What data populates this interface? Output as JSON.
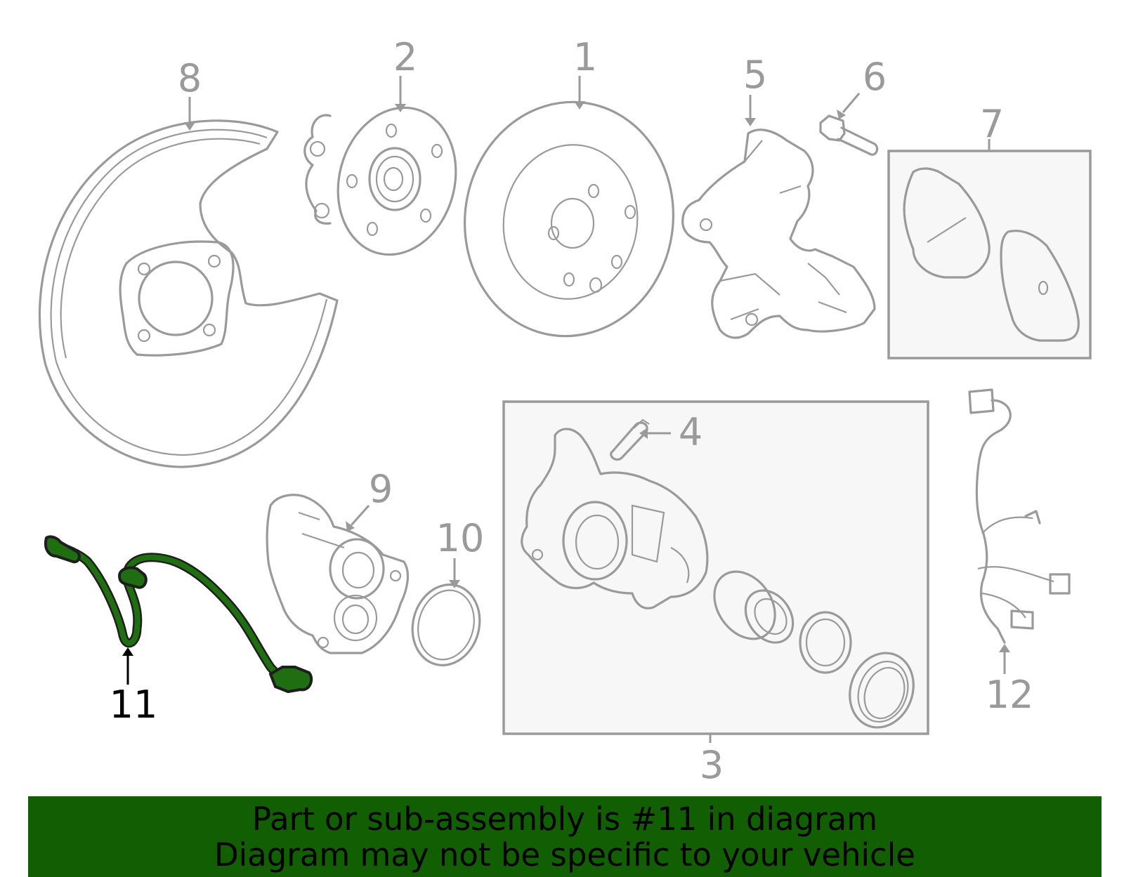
{
  "colors": {
    "line": "#9a9a9a",
    "highlight": "#1f6e12",
    "banner": "#125e03",
    "box_fill": "#f7f7f7"
  },
  "callouts": {
    "p1": "1",
    "p2": "2",
    "p3": "3",
    "p4": "4",
    "p5": "5",
    "p6": "6",
    "p7": "7",
    "p8": "8",
    "p9": "9",
    "p10": "10",
    "p11": "11",
    "p12": "12"
  },
  "highlighted_part": "11",
  "banner": {
    "line1": "Part or sub-assembly is #11 in diagram",
    "line2": "Diagram may not be specific to your vehicle"
  }
}
